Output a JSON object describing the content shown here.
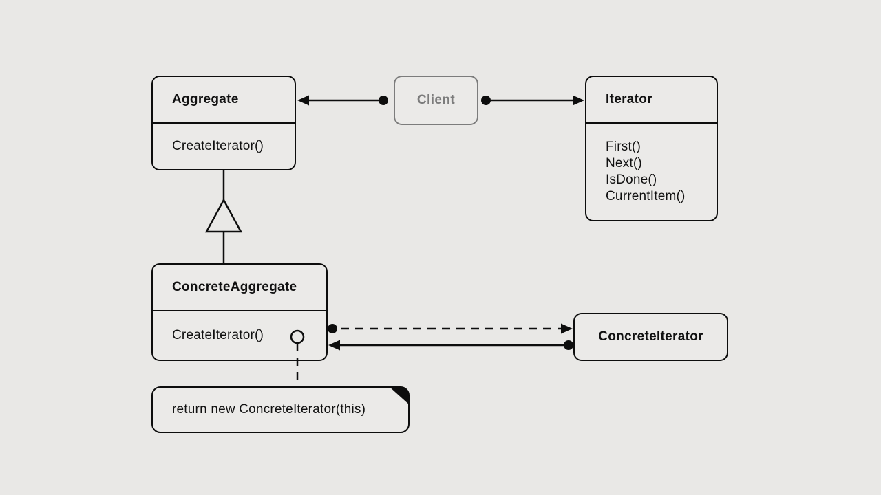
{
  "diagram_type": "uml-class-diagram",
  "colors": {
    "background": "#e9e8e6",
    "box_fill": "#ebeae8",
    "stroke": "#0d0d0d",
    "muted_gray": "#7c7c7c"
  },
  "classes": {
    "aggregate": {
      "name": "Aggregate",
      "methods": [
        "CreateIterator()"
      ]
    },
    "client": {
      "name": "Client"
    },
    "iterator": {
      "name": "Iterator",
      "methods": [
        "First()",
        "Next()",
        "IsDone()",
        "CurrentItem()"
      ]
    },
    "concrete_aggregate": {
      "name": "ConcreteAggregate",
      "methods": [
        "CreateIterator()"
      ]
    },
    "concrete_iterator": {
      "name": "ConcreteIterator"
    }
  },
  "note": {
    "text": "return new ConcreteIterator(this)"
  },
  "relationships": [
    "Client — Aggregate (association, arrow to Aggregate)",
    "Client — Iterator (association, arrow to Iterator)",
    "ConcreteAggregate — Aggregate (generalization, hollow triangle)",
    "ConcreteAggregate ⇢ ConcreteIterator (dashed dependency)",
    "ConcreteIterator → ConcreteAggregate (association)",
    "CreateIterator() ⇢ note (dashed anchor)"
  ]
}
